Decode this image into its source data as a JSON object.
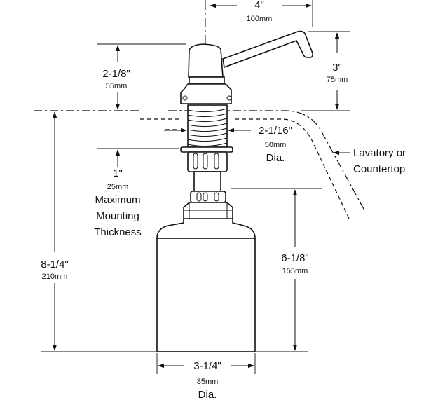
{
  "dimensions": {
    "spout_reach": {
      "imperial": "4\"",
      "metric": "100mm"
    },
    "spout_height": {
      "imperial": "3\"",
      "metric": "75mm"
    },
    "head_height": {
      "imperial": "2-1/8\"",
      "metric": "55mm"
    },
    "shank_diameter": {
      "imperial": "2-1/16\"",
      "metric": "50mm",
      "suffix": "Dia."
    },
    "max_mounting": {
      "imperial": "1\"",
      "metric": "25mm",
      "line1": "Maximum",
      "line2": "Mounting",
      "line3": "Thickness"
    },
    "total_height": {
      "imperial": "8-1/4\"",
      "metric": "210mm"
    },
    "bottle_height": {
      "imperial": "6-1/8\"",
      "metric": "155mm"
    },
    "bottle_diameter": {
      "imperial": "3-1/4\"",
      "metric": "85mm",
      "suffix": "Dia."
    }
  },
  "callout": {
    "line1": "Lavatory or",
    "line2": "Countertop"
  }
}
